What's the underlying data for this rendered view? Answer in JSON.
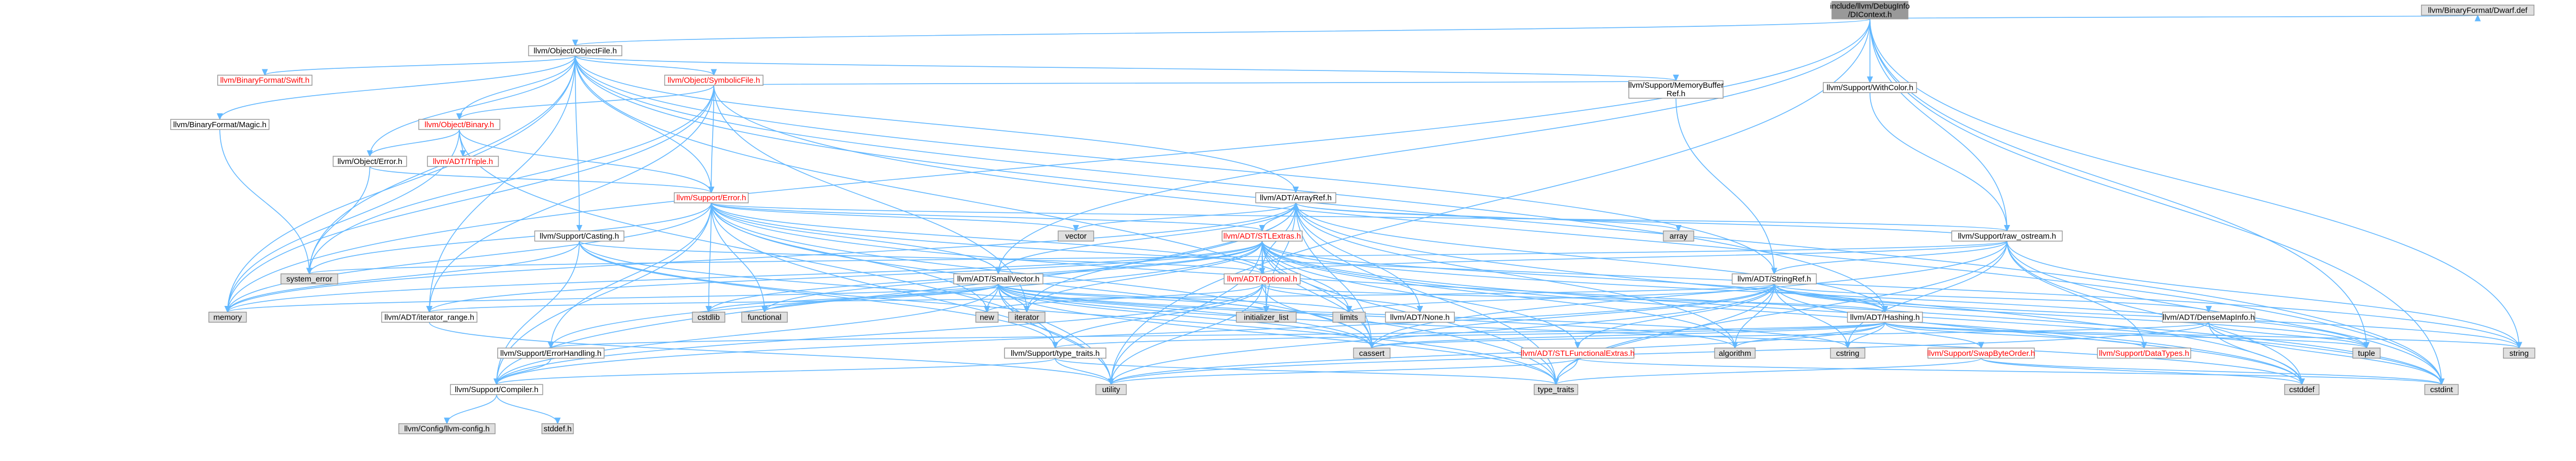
{
  "colors": {
    "root_fill": "#999999",
    "internal_fill": "#ffffff",
    "system_fill": "#e0e0e0",
    "text_black": "#000000",
    "text_red": "#ff0000",
    "edge": "#63b8ff"
  },
  "nodes": [
    {
      "id": "root",
      "lines": [
        "include/llvm/DebugInfo",
        "/DIContext.h"
      ],
      "kind": "root"
    },
    {
      "id": "dwarf_def",
      "lines": [
        "llvm/BinaryFormat/Dwarf.def"
      ],
      "kind": "system"
    },
    {
      "id": "objectfile",
      "lines": [
        "llvm/Object/ObjectFile.h"
      ],
      "kind": "internal"
    },
    {
      "id": "withcolor",
      "lines": [
        "llvm/Support/WithColor.h"
      ],
      "kind": "internal"
    },
    {
      "id": "binfmt_swift",
      "lines": [
        "llvm/BinaryFormat/Swift.h"
      ],
      "kind": "partial"
    },
    {
      "id": "symbolicfile",
      "lines": [
        "llvm/Object/SymbolicFile.h"
      ],
      "kind": "partial"
    },
    {
      "id": "memorybufferref",
      "lines": [
        "llvm/Support/MemoryBuffer",
        "Ref.h"
      ],
      "kind": "internal"
    },
    {
      "id": "binfmt_magic",
      "lines": [
        "llvm/BinaryFormat/Magic.h"
      ],
      "kind": "internal"
    },
    {
      "id": "obj_binary",
      "lines": [
        "llvm/Object/Binary.h"
      ],
      "kind": "partial"
    },
    {
      "id": "obj_error",
      "lines": [
        "llvm/Object/Error.h"
      ],
      "kind": "internal"
    },
    {
      "id": "triple",
      "lines": [
        "llvm/ADT/Triple.h"
      ],
      "kind": "partial"
    },
    {
      "id": "support_error",
      "lines": [
        "llvm/Support/Error.h"
      ],
      "kind": "partial"
    },
    {
      "id": "arrayref",
      "lines": [
        "llvm/ADT/ArrayRef.h"
      ],
      "kind": "internal"
    },
    {
      "id": "casting",
      "lines": [
        "llvm/Support/Casting.h"
      ],
      "kind": "internal"
    },
    {
      "id": "stlextras",
      "lines": [
        "llvm/ADT/STLExtras.h"
      ],
      "kind": "partial"
    },
    {
      "id": "raw_ostream",
      "lines": [
        "llvm/Support/raw_ostream.h"
      ],
      "kind": "internal"
    },
    {
      "id": "vector",
      "lines": [
        "vector"
      ],
      "kind": "system"
    },
    {
      "id": "array",
      "lines": [
        "array"
      ],
      "kind": "system"
    },
    {
      "id": "system_error",
      "lines": [
        "system_error"
      ],
      "kind": "system"
    },
    {
      "id": "smallvector",
      "lines": [
        "llvm/ADT/SmallVector.h"
      ],
      "kind": "internal"
    },
    {
      "id": "optional",
      "lines": [
        "llvm/ADT/Optional.h"
      ],
      "kind": "partial"
    },
    {
      "id": "stringref",
      "lines": [
        "llvm/ADT/StringRef.h"
      ],
      "kind": "internal"
    },
    {
      "id": "memory",
      "lines": [
        "memory"
      ],
      "kind": "system"
    },
    {
      "id": "iterator_range",
      "lines": [
        "llvm/ADT/iterator_range.h"
      ],
      "kind": "internal"
    },
    {
      "id": "cstdlib",
      "lines": [
        "cstdlib"
      ],
      "kind": "system"
    },
    {
      "id": "functional",
      "lines": [
        "functional"
      ],
      "kind": "system"
    },
    {
      "id": "new",
      "lines": [
        "new"
      ],
      "kind": "system"
    },
    {
      "id": "iterator",
      "lines": [
        "iterator"
      ],
      "kind": "system"
    },
    {
      "id": "initializer_list",
      "lines": [
        "initializer_list"
      ],
      "kind": "system"
    },
    {
      "id": "limits",
      "lines": [
        "limits"
      ],
      "kind": "system"
    },
    {
      "id": "adt_none",
      "lines": [
        "llvm/ADT/None.h"
      ],
      "kind": "internal"
    },
    {
      "id": "hashing",
      "lines": [
        "llvm/ADT/Hashing.h"
      ],
      "kind": "internal"
    },
    {
      "id": "densemapinfo",
      "lines": [
        "llvm/ADT/DenseMapInfo.h"
      ],
      "kind": "internal"
    },
    {
      "id": "errorhandling",
      "lines": [
        "llvm/Support/ErrorHandling.h"
      ],
      "kind": "internal"
    },
    {
      "id": "type_traits_h",
      "lines": [
        "llvm/Support/type_traits.h"
      ],
      "kind": "internal"
    },
    {
      "id": "cassert",
      "lines": [
        "cassert"
      ],
      "kind": "system"
    },
    {
      "id": "stlfunctional",
      "lines": [
        "llvm/ADT/STLFunctionalExtras.h"
      ],
      "kind": "partial"
    },
    {
      "id": "algorithm",
      "lines": [
        "algorithm"
      ],
      "kind": "system"
    },
    {
      "id": "cstring",
      "lines": [
        "cstring"
      ],
      "kind": "system"
    },
    {
      "id": "swapbyteorder",
      "lines": [
        "llvm/Support/SwapByteOrder.h"
      ],
      "kind": "partial"
    },
    {
      "id": "datatypes",
      "lines": [
        "llvm/Support/DataTypes.h"
      ],
      "kind": "partial"
    },
    {
      "id": "string",
      "lines": [
        "string"
      ],
      "kind": "system"
    },
    {
      "id": "tuple",
      "lines": [
        "tuple"
      ],
      "kind": "system"
    },
    {
      "id": "compiler",
      "lines": [
        "llvm/Support/Compiler.h"
      ],
      "kind": "internal"
    },
    {
      "id": "utility",
      "lines": [
        "utility"
      ],
      "kind": "system"
    },
    {
      "id": "type_traits",
      "lines": [
        "type_traits"
      ],
      "kind": "system"
    },
    {
      "id": "cstddef",
      "lines": [
        "cstddef"
      ],
      "kind": "system"
    },
    {
      "id": "cstdint",
      "lines": [
        "cstdint"
      ],
      "kind": "system"
    },
    {
      "id": "llvm_config",
      "lines": [
        "llvm/Config/llvm-config.h"
      ],
      "kind": "system"
    },
    {
      "id": "stddef",
      "lines": [
        "stddef.h"
      ],
      "kind": "system"
    }
  ],
  "edges": [
    [
      "root",
      "dwarf_def"
    ],
    [
      "root",
      "objectfile"
    ],
    [
      "root",
      "withcolor"
    ],
    [
      "root",
      "raw_ostream"
    ],
    [
      "root",
      "smallvector"
    ],
    [
      "root",
      "memory"
    ],
    [
      "root",
      "string"
    ],
    [
      "root",
      "tuple"
    ],
    [
      "root",
      "cstdint"
    ],
    [
      "root",
      "utility"
    ],
    [
      "objectfile",
      "binfmt_swift"
    ],
    [
      "objectfile",
      "symbolicfile"
    ],
    [
      "objectfile",
      "memorybufferref"
    ],
    [
      "objectfile",
      "binfmt_magic"
    ],
    [
      "objectfile",
      "obj_binary"
    ],
    [
      "objectfile",
      "obj_error"
    ],
    [
      "objectfile",
      "support_error"
    ],
    [
      "objectfile",
      "arrayref"
    ],
    [
      "objectfile",
      "casting"
    ],
    [
      "objectfile",
      "hashing"
    ],
    [
      "objectfile",
      "iterator_range"
    ],
    [
      "objectfile",
      "memory"
    ],
    [
      "objectfile",
      "cassert"
    ],
    [
      "objectfile",
      "cstdint"
    ],
    [
      "objectfile",
      "system_error"
    ],
    [
      "objectfile",
      "stringref"
    ],
    [
      "withcolor",
      "raw_ostream"
    ],
    [
      "symbolicfile",
      "obj_binary"
    ],
    [
      "symbolicfile",
      "support_error"
    ],
    [
      "symbolicfile",
      "memorybufferref"
    ],
    [
      "symbolicfile",
      "iterator_range"
    ],
    [
      "symbolicfile",
      "format_placeholder"
    ],
    [
      "symbolicfile",
      "cstdint"
    ],
    [
      "symbolicfile",
      "memory"
    ],
    [
      "symbolicfile",
      "system_error"
    ],
    [
      "symbolicfile",
      "iterator"
    ],
    [
      "symbolicfile",
      "cinttypes_placeholder"
    ],
    [
      "memorybufferref",
      "stringref"
    ],
    [
      "binfmt_magic",
      "system_error"
    ],
    [
      "obj_binary",
      "triple"
    ],
    [
      "obj_binary",
      "obj_error"
    ],
    [
      "obj_binary",
      "support_error"
    ],
    [
      "obj_binary",
      "memory"
    ],
    [
      "obj_binary",
      "utility"
    ],
    [
      "obj_error",
      "support_error"
    ],
    [
      "obj_error",
      "system_error"
    ],
    [
      "support_error",
      "stlextras"
    ],
    [
      "support_error",
      "smallvector"
    ],
    [
      "support_error",
      "errorhandling"
    ],
    [
      "support_error",
      "compiler"
    ],
    [
      "support_error",
      "raw_ostream"
    ],
    [
      "support_error",
      "abi_placeholder"
    ],
    [
      "support_error",
      "cassert"
    ],
    [
      "support_error",
      "cstdint"
    ],
    [
      "support_error",
      "cstdlib"
    ],
    [
      "support_error",
      "functional"
    ],
    [
      "support_error",
      "memory"
    ],
    [
      "support_error",
      "new"
    ],
    [
      "support_error",
      "optional"
    ],
    [
      "support_error",
      "string"
    ],
    [
      "support_error",
      "system_error"
    ],
    [
      "support_error",
      "type_traits"
    ],
    [
      "support_error",
      "utility"
    ],
    [
      "support_error",
      "vector"
    ],
    [
      "arrayref",
      "hashing"
    ],
    [
      "arrayref",
      "none_placeholder"
    ],
    [
      "arrayref",
      "smallvector"
    ],
    [
      "arrayref",
      "stlextras"
    ],
    [
      "arrayref",
      "compiler"
    ],
    [
      "arrayref",
      "algorithm"
    ],
    [
      "arrayref",
      "array"
    ],
    [
      "arrayref",
      "cassert"
    ],
    [
      "arrayref",
      "cstddef"
    ],
    [
      "arrayref",
      "initializer_list"
    ],
    [
      "arrayref",
      "iterator"
    ],
    [
      "arrayref",
      "memory"
    ],
    [
      "arrayref",
      "type_traits"
    ],
    [
      "arrayref",
      "vector"
    ],
    [
      "arrayref",
      "adt_none"
    ],
    [
      "arrayref",
      "optional"
    ],
    [
      "casting",
      "optional"
    ],
    [
      "casting",
      "compiler"
    ],
    [
      "casting",
      "type_traits_h"
    ],
    [
      "casting",
      "cassert"
    ],
    [
      "casting",
      "memory"
    ],
    [
      "casting",
      "type_traits"
    ],
    [
      "stlextras",
      "hashing"
    ],
    [
      "stlextras",
      "optional"
    ],
    [
      "stlextras",
      "stlfunctional"
    ],
    [
      "stlextras",
      "iterator_range"
    ],
    [
      "stlextras",
      "errorhandling"
    ],
    [
      "stlextras",
      "algorithm"
    ],
    [
      "stlextras",
      "cassert"
    ],
    [
      "stlextras",
      "cstddef"
    ],
    [
      "stlextras",
      "cstdint"
    ],
    [
      "stlextras",
      "cstdlib"
    ],
    [
      "stlextras",
      "functional"
    ],
    [
      "stlextras",
      "initializer_list"
    ],
    [
      "stlextras",
      "iterator"
    ],
    [
      "stlextras",
      "limits"
    ],
    [
      "stlextras",
      "memory"
    ],
    [
      "stlextras",
      "tuple"
    ],
    [
      "stlextras",
      "type_traits"
    ],
    [
      "stlextras",
      "utility"
    ],
    [
      "raw_ostream",
      "arrayref"
    ],
    [
      "raw_ostream",
      "stringref"
    ],
    [
      "raw_ostream",
      "datatypes"
    ],
    [
      "raw_ostream",
      "cassert"
    ],
    [
      "raw_ostream",
      "cstddef"
    ],
    [
      "raw_ostream",
      "cstdint"
    ],
    [
      "raw_ostream",
      "cstring"
    ],
    [
      "raw_ostream",
      "optional"
    ],
    [
      "raw_ostream",
      "string"
    ],
    [
      "raw_ostream",
      "string_view_placeholder"
    ],
    [
      "raw_ostream",
      "system_error"
    ],
    [
      "raw_ostream",
      "type_traits"
    ],
    [
      "smallvector",
      "compiler"
    ],
    [
      "smallvector",
      "type_traits_h"
    ],
    [
      "smallvector",
      "algorithm"
    ],
    [
      "smallvector",
      "cassert"
    ],
    [
      "smallvector",
      "cstddef"
    ],
    [
      "smallvector",
      "cstdlib"
    ],
    [
      "smallvector",
      "cstring"
    ],
    [
      "smallvector",
      "functional"
    ],
    [
      "smallvector",
      "initializer_list"
    ],
    [
      "smallvector",
      "iterator"
    ],
    [
      "smallvector",
      "limits"
    ],
    [
      "smallvector",
      "memory"
    ],
    [
      "smallvector",
      "new"
    ],
    [
      "smallvector",
      "type_traits"
    ],
    [
      "smallvector",
      "utility"
    ],
    [
      "optional",
      "hashing"
    ],
    [
      "optional",
      "adt_none"
    ],
    [
      "optional",
      "stlforwardcompat_placeholder"
    ],
    [
      "optional",
      "compiler"
    ],
    [
      "optional",
      "type_traits_h"
    ],
    [
      "optional",
      "cassert"
    ],
    [
      "optional",
      "new"
    ],
    [
      "optional",
      "utility"
    ],
    [
      "stringref",
      "densemapinfo"
    ],
    [
      "stringref",
      "hashing"
    ],
    [
      "stringref",
      "iterator_range"
    ],
    [
      "stringref",
      "stlfunctional"
    ],
    [
      "stringref",
      "compiler"
    ],
    [
      "stringref",
      "algorithm"
    ],
    [
      "stringref",
      "cassert"
    ],
    [
      "stringref",
      "cstddef"
    ],
    [
      "stringref",
      "cstring"
    ],
    [
      "stringref",
      "limits"
    ],
    [
      "stringref",
      "string"
    ],
    [
      "stringref",
      "tuple"
    ],
    [
      "stringref",
      "type_traits"
    ],
    [
      "stringref",
      "utility"
    ],
    [
      "iterator_range",
      "utility"
    ],
    [
      "hashing",
      "errorhandling"
    ],
    [
      "hashing",
      "swapbyteorder"
    ],
    [
      "hashing",
      "datatypes"
    ],
    [
      "hashing",
      "type_traits_h"
    ],
    [
      "hashing",
      "algorithm"
    ],
    [
      "hashing",
      "cassert"
    ],
    [
      "hashing",
      "cstring"
    ],
    [
      "hashing",
      "string"
    ],
    [
      "hashing",
      "tuple"
    ],
    [
      "hashing",
      "utility"
    ],
    [
      "densemapinfo",
      "cassert"
    ],
    [
      "densemapinfo",
      "cstddef"
    ],
    [
      "densemapinfo",
      "cstdint"
    ],
    [
      "densemapinfo",
      "tuple"
    ],
    [
      "densemapinfo",
      "utility"
    ],
    [
      "errorhandling",
      "compiler"
    ],
    [
      "type_traits_h",
      "compiler"
    ],
    [
      "type_traits_h",
      "type_traits"
    ],
    [
      "type_traits_h",
      "utility"
    ],
    [
      "stlfunctional",
      "cstdint"
    ],
    [
      "stlfunctional",
      "type_traits"
    ],
    [
      "stlfunctional",
      "utility"
    ],
    [
      "swapbyteorder",
      "cstddef"
    ],
    [
      "swapbyteorder",
      "cstdint"
    ],
    [
      "swapbyteorder",
      "type_traits"
    ],
    [
      "compiler",
      "llvm_config"
    ],
    [
      "compiler",
      "stddef"
    ]
  ]
}
